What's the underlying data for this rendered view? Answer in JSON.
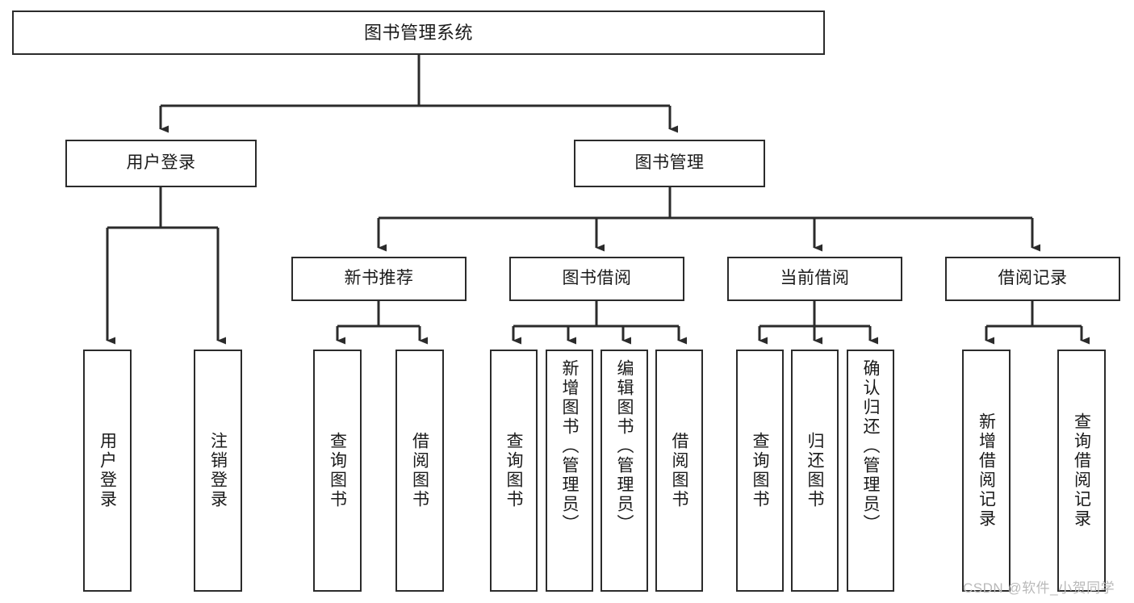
{
  "diagram": {
    "title": "图书管理系统",
    "type": "tree-hierarchy-chart",
    "watermark": "CSDN @软件_小贺同学",
    "colors": {
      "border": "#2b2b2b",
      "background": "#ffffff",
      "text": "#1a1a1a",
      "watermark": "#b9b9b9"
    }
  },
  "nodes": {
    "root": {
      "label": "图书管理系统"
    },
    "level1": [
      {
        "id": "user-login",
        "label": "用户登录"
      },
      {
        "id": "book-management",
        "label": "图书管理"
      }
    ],
    "level2": [
      {
        "id": "new-book-recommend",
        "label": "新书推荐"
      },
      {
        "id": "book-borrow",
        "label": "图书借阅"
      },
      {
        "id": "current-borrow",
        "label": "当前借阅"
      },
      {
        "id": "borrow-record",
        "label": "借阅记录"
      }
    ],
    "leaves": {
      "user_login": [
        {
          "id": "leaf-user-login",
          "label": "用户登录"
        },
        {
          "id": "leaf-logout-login",
          "label": "注销登录"
        }
      ],
      "new_book_recommend": [
        {
          "id": "leaf-query-book-1",
          "label": "查询图书"
        },
        {
          "id": "leaf-borrow-book-1",
          "label": "借阅图书"
        }
      ],
      "book_borrow": [
        {
          "id": "leaf-query-book-2",
          "label": "查询图书"
        },
        {
          "id": "leaf-add-book",
          "label": "新增图书（管理员）"
        },
        {
          "id": "leaf-edit-book",
          "label": "编辑图书（管理员）"
        },
        {
          "id": "leaf-borrow-book-2",
          "label": "借阅图书"
        }
      ],
      "current_borrow": [
        {
          "id": "leaf-query-book-3",
          "label": "查询图书"
        },
        {
          "id": "leaf-return-book",
          "label": "归还图书"
        },
        {
          "id": "leaf-confirm-return",
          "label": "确认归还（管理员）"
        }
      ],
      "borrow_record": [
        {
          "id": "leaf-add-record",
          "label": "新增借阅记录"
        },
        {
          "id": "leaf-query-record",
          "label": "查询借阅记录"
        }
      ]
    }
  }
}
